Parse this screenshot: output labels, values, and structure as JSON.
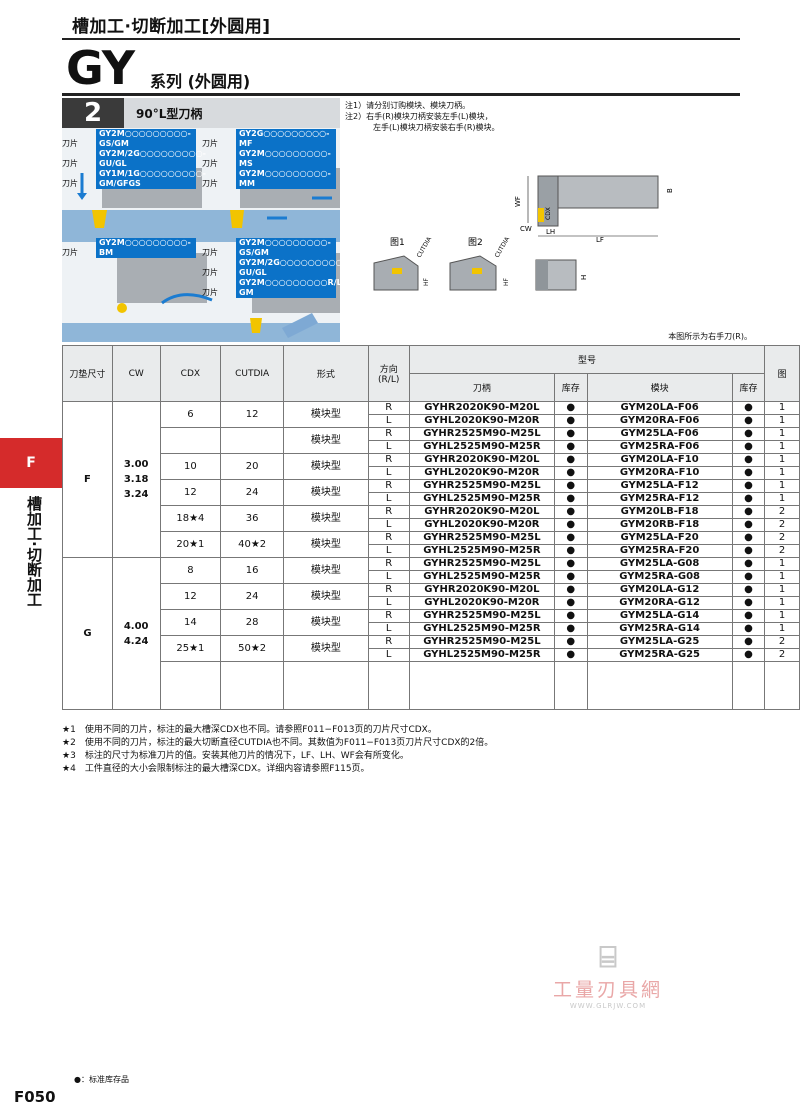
{
  "header": {
    "title": "槽加工·切断加工[外圆用]",
    "series": "GY",
    "series_suffix": "系列 (外圆用)"
  },
  "side_tab": {
    "letter": "F",
    "label": "槽加工·切断加工"
  },
  "section": {
    "number": "2",
    "title": "90°L型刀柄"
  },
  "notes": [
    "注1）请分别订购模块、模块刀柄。",
    "注2）右手(R)模块刀柄安装左手(L)模块，",
    "左手(L)模块刀柄安装右手(R)模块。"
  ],
  "insert_labels": {
    "label": "刀片",
    "top_left": [
      "GY2M○○○○○○○○○-GS/GM",
      "GY2M/2G○○○○○○○○○-GU/GL",
      "GY1M/1G○○○○○○○○○-GM/GFGS"
    ],
    "top_right": [
      "GY2G○○○○○○○○○-MF",
      "GY2M○○○○○○○○○-MS",
      "GY2M○○○○○○○○○-MM"
    ],
    "bottom_left": [
      "GY2M○○○○○○○○○-BM"
    ],
    "bottom_right": [
      "GY2M○○○○○○○○○-GS/GM",
      "GY2M/2G○○○○○○○○○-GU/GL",
      "GY2M○○○○○○○○○R/L○○-GM"
    ]
  },
  "figures": {
    "fig1": "图1",
    "fig2": "图2",
    "dims": [
      "WF",
      "CW",
      "CDX",
      "LH",
      "LF",
      "B",
      "H",
      "HF",
      "CUTDIA"
    ]
  },
  "right_note": "本图所示为右手刀(R)。",
  "table": {
    "headers": {
      "size": "刀垫尺寸",
      "cw": "CW",
      "cdx": "CDX",
      "cutdia": "CUTDIA",
      "type": "形式",
      "dir": "方向 (R/L)",
      "model": "型号",
      "holder": "刀柄",
      "stock": "库存",
      "module": "模块",
      "fig": "图"
    },
    "groups": [
      {
        "size": "F",
        "cw": "3.00\n3.18\n3.24",
        "rows": [
          {
            "cdx": "6",
            "cutdia": "12",
            "type": "模块型",
            "items": [
              {
                "dir": "R",
                "holder": "GYHR2020K90-M20L",
                "module": "GYM20LA-F06",
                "fig": "1"
              },
              {
                "dir": "L",
                "holder": "GYHL2020K90-M20R",
                "module": "GYM20RA-F06",
                "fig": "1"
              }
            ]
          },
          {
            "cdx": "",
            "cutdia": "",
            "type": "模块型",
            "items": [
              {
                "dir": "R",
                "holder": "GYHR2525M90-M25L",
                "module": "GYM25LA-F06",
                "fig": "1"
              },
              {
                "dir": "L",
                "holder": "GYHL2525M90-M25R",
                "module": "GYM25RA-F06",
                "fig": "1"
              }
            ]
          },
          {
            "cdx": "10",
            "cutdia": "20",
            "type": "模块型",
            "items": [
              {
                "dir": "R",
                "holder": "GYHR2020K90-M20L",
                "module": "GYM20LA-F10",
                "fig": "1"
              },
              {
                "dir": "L",
                "holder": "GYHL2020K90-M20R",
                "module": "GYM20RA-F10",
                "fig": "1"
              }
            ]
          },
          {
            "cdx": "12",
            "cutdia": "24",
            "type": "模块型",
            "items": [
              {
                "dir": "R",
                "holder": "GYHR2525M90-M25L",
                "module": "GYM25LA-F12",
                "fig": "1"
              },
              {
                "dir": "L",
                "holder": "GYHL2525M90-M25R",
                "module": "GYM25RA-F12",
                "fig": "1"
              }
            ]
          },
          {
            "cdx": "18★4",
            "cutdia": "36",
            "type": "模块型",
            "items": [
              {
                "dir": "R",
                "holder": "GYHR2020K90-M20L",
                "module": "GYM20LB-F18",
                "fig": "2"
              },
              {
                "dir": "L",
                "holder": "GYHL2020K90-M20R",
                "module": "GYM20RB-F18",
                "fig": "2"
              }
            ]
          },
          {
            "cdx": "20★1",
            "cutdia": "40★2",
            "type": "模块型",
            "items": [
              {
                "dir": "R",
                "holder": "GYHR2525M90-M25L",
                "module": "GYM25LA-F20",
                "fig": "2"
              },
              {
                "dir": "L",
                "holder": "GYHL2525M90-M25R",
                "module": "GYM25RA-F20",
                "fig": "2"
              }
            ]
          }
        ]
      },
      {
        "size": "G",
        "cw": "4.00\n4.24",
        "rows": [
          {
            "cdx": "8",
            "cutdia": "16",
            "type": "模块型",
            "items": [
              {
                "dir": "R",
                "holder": "GYHR2525M90-M25L",
                "module": "GYM25LA-G08",
                "fig": "1"
              },
              {
                "dir": "L",
                "holder": "GYHL2525M90-M25R",
                "module": "GYM25RA-G08",
                "fig": "1"
              }
            ]
          },
          {
            "cdx": "12",
            "cutdia": "24",
            "type": "模块型",
            "items": [
              {
                "dir": "R",
                "holder": "GYHR2020K90-M20L",
                "module": "GYM20LA-G12",
                "fig": "1"
              },
              {
                "dir": "L",
                "holder": "GYHL2020K90-M20R",
                "module": "GYM20RA-G12",
                "fig": "1"
              }
            ]
          },
          {
            "cdx": "14",
            "cutdia": "28",
            "type": "模块型",
            "items": [
              {
                "dir": "R",
                "holder": "GYHR2525M90-M25L",
                "module": "GYM25LA-G14",
                "fig": "1"
              },
              {
                "dir": "L",
                "holder": "GYHL2525M90-M25R",
                "module": "GYM25RA-G14",
                "fig": "1"
              }
            ]
          },
          {
            "cdx": "25★1",
            "cutdia": "50★2",
            "type": "模块型",
            "items": [
              {
                "dir": "R",
                "holder": "GYHR2525M90-M25L",
                "module": "GYM25LA-G25",
                "fig": "2"
              },
              {
                "dir": "L",
                "holder": "GYHL2525M90-M25R",
                "module": "GYM25RA-G25",
                "fig": "2"
              }
            ]
          }
        ]
      }
    ],
    "stock_mark": "●"
  },
  "footnotes": [
    {
      "mark": "★1",
      "text": "使用不同的刀片，标注的最大槽深CDX也不同。请参照F011−F013页的刀片尺寸CDX。"
    },
    {
      "mark": "★2",
      "text": "使用不同的刀片，标注的最大切断直径CUTDIA也不同。其数值为F011−F013页刀片尺寸CDX的2倍。"
    },
    {
      "mark": "★3",
      "text": "标注的尺寸为标准刀片的值。安装其他刀片的情况下，LF、LH、WF会有所变化。"
    },
    {
      "mark": "★4",
      "text": "工件直径的大小会限制标注的最大槽深CDX。详细内容请参照F115页。"
    }
  ],
  "watermark": {
    "cn": "工量刃具網",
    "url": "WWW.GLRJW.COM"
  },
  "legend": "●：标准库存品",
  "page": "F050"
}
